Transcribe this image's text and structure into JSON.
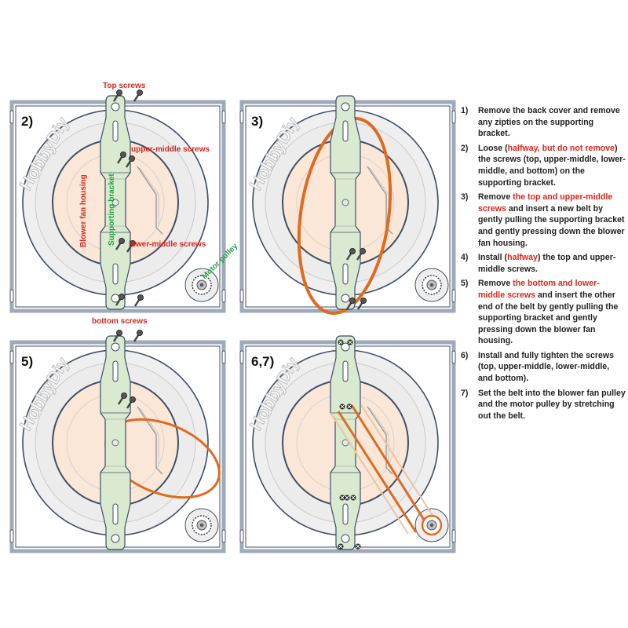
{
  "watermark": "HobbyDiy",
  "colors": {
    "label_red": "#d8261c",
    "label_green": "#23a147",
    "belt": "#e06a1f",
    "bracket": "#d9ead0",
    "housing": "#fbe7d8",
    "frame": "#9eaab9"
  },
  "panels": [
    {
      "label": "2)",
      "callouts": {
        "top_screws": "Top screws",
        "upper_middle": "upper-middle screws",
        "lower_middle": "lower-middle screws",
        "bottom_screws": "bottom screws",
        "housing": "Blower fan housing",
        "bracket": "Supporting bracket",
        "motor": "Motor pulley"
      }
    },
    {
      "label": "3)"
    },
    {
      "label": "5)"
    },
    {
      "label": "6,7)"
    }
  ],
  "steps": [
    {
      "num": "1)",
      "parts": [
        {
          "t": "Remove the back cover and remove any zipties on the  supporting bracket.",
          "red": false
        }
      ]
    },
    {
      "num": "2)",
      "parts": [
        {
          "t": "Loose (",
          "red": false
        },
        {
          "t": "halfway, but do not remove",
          "red": true
        },
        {
          "t": ") the screws (top, upper-middle, lower-middle, and bottom) on the supporting bracket.",
          "red": false
        }
      ]
    },
    {
      "num": "3)",
      "parts": [
        {
          "t": "Remove ",
          "red": false
        },
        {
          "t": "the top and upper-middle screws",
          "red": true
        },
        {
          "t": " and insert a new belt by gently pulling the supporting bracket and gently pressing down the blower fan housing.",
          "red": false
        }
      ]
    },
    {
      "num": "4)",
      "parts": [
        {
          "t": "Install (",
          "red": false
        },
        {
          "t": "halfway",
          "red": true
        },
        {
          "t": ") the top and upper-middle screws.",
          "red": false
        }
      ]
    },
    {
      "num": "5)",
      "parts": [
        {
          "t": "Remove ",
          "red": false
        },
        {
          "t": "the bottom and lower-middle screws",
          "red": true
        },
        {
          "t": " and insert the other end of the belt by gently pulling the supporting bracket and gently pressing down the blower fan housing.",
          "red": false
        }
      ]
    },
    {
      "num": "6)",
      "parts": [
        {
          "t": "Install and fully tighten the screws (top, upper-middle, lower-middle, and bottom).",
          "red": false
        }
      ]
    },
    {
      "num": "7)",
      "parts": [
        {
          "t": "Set the belt into the blower fan pulley and the motor pulley by stretching out the belt.",
          "red": false
        }
      ]
    }
  ]
}
